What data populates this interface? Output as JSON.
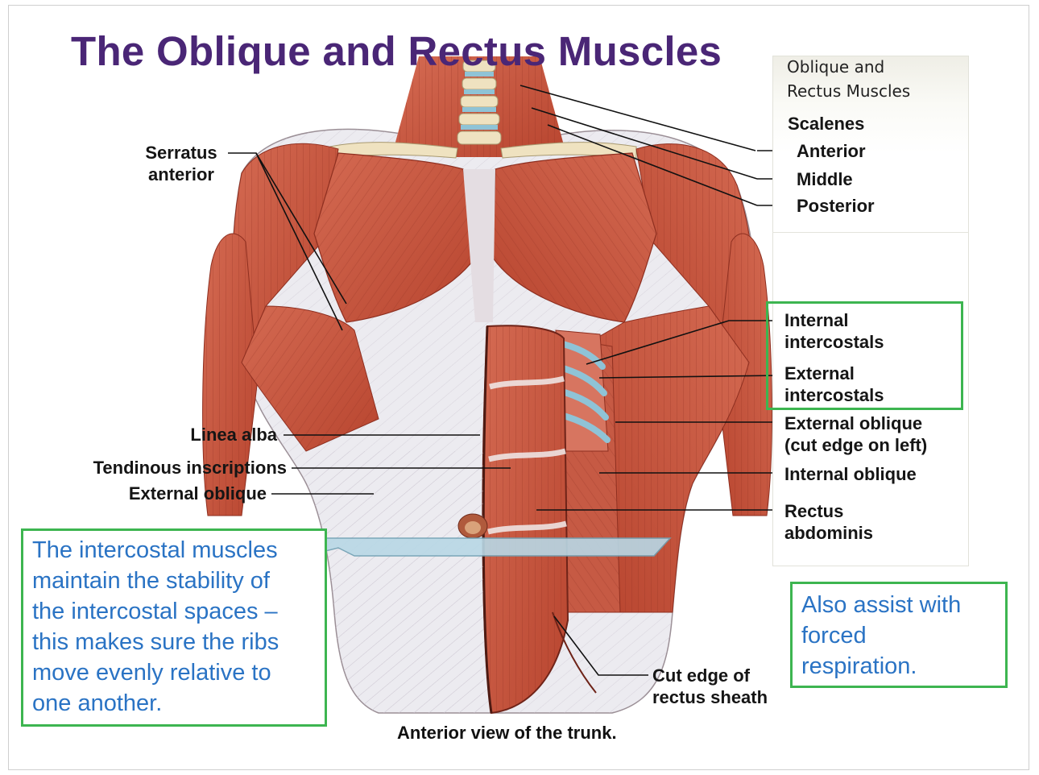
{
  "title": "The Oblique and Rectus Muscles",
  "key_panel": {
    "title_line1": "Oblique and",
    "title_line2": "Rectus Muscles"
  },
  "labels": {
    "serratus_1": "Serratus",
    "serratus_2": "anterior",
    "scalenes": "Scalenes",
    "anterior": "Anterior",
    "middle": "Middle",
    "posterior": "Posterior",
    "internal_intercostals_1": "Internal",
    "internal_intercostals_2": "intercostals",
    "external_intercostals_1": "External",
    "external_intercostals_2": "intercostals",
    "external_oblique_r1": "External oblique",
    "external_oblique_r2": "(cut edge on left)",
    "internal_oblique": "Internal oblique",
    "rectus_1": "Rectus",
    "rectus_2": "abdominis",
    "linea_alba": "Linea alba",
    "tendinous": "Tendinous inscriptions",
    "external_oblique_l": "External oblique",
    "cut_edge_1": "Cut edge of",
    "cut_edge_2": "rectus sheath"
  },
  "caption": "Anterior view of the trunk.",
  "notes": {
    "left_lines": [
      "The intercostal muscles",
      "maintain the stability of",
      "the intercostal spaces –",
      "this makes sure the ribs",
      "move evenly relative to",
      "one another."
    ],
    "right_lines": [
      "Also assist with",
      "forced",
      "respiration."
    ]
  },
  "colors": {
    "title": "#4a2676",
    "note_text": "#2a73c4",
    "highlight_box": "#3db550",
    "muscle": "#c8553f",
    "muscle_dark": "#9e3a2a",
    "fascia": "#ecebf0",
    "bone": "#efe2c0"
  }
}
